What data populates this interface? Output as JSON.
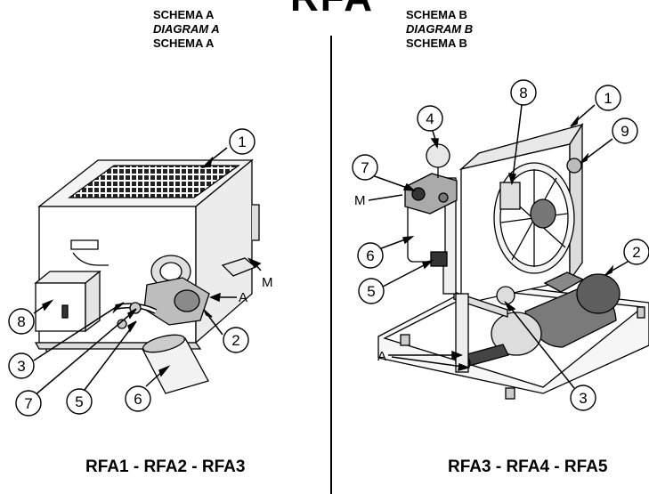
{
  "title": "RFA",
  "schema_a": {
    "line1": "SCHEMA A",
    "line2": "DIAGRAM A",
    "line3": "SCHEMA A"
  },
  "schema_b": {
    "line1": "SCHEMA B",
    "line2": "DIAGRAM B",
    "line3": "SCHEMA B"
  },
  "models_a": "RFA1 - RFA2 - RFA3",
  "models_b": "RFA3 - RFA4 - RFA5",
  "callouts_a": {
    "c1": "1",
    "c2": "2",
    "c3": "3",
    "c5": "5",
    "c6": "6",
    "c7": "7",
    "c8": "8",
    "label_a": "A",
    "label_m": "M"
  },
  "callouts_b": {
    "c1": "1",
    "c2": "2",
    "c3": "3",
    "c4": "4",
    "c5": "5",
    "c6": "6",
    "c7": "7",
    "c8": "8",
    "c9": "9",
    "label_a": "A",
    "label_m": "M"
  }
}
